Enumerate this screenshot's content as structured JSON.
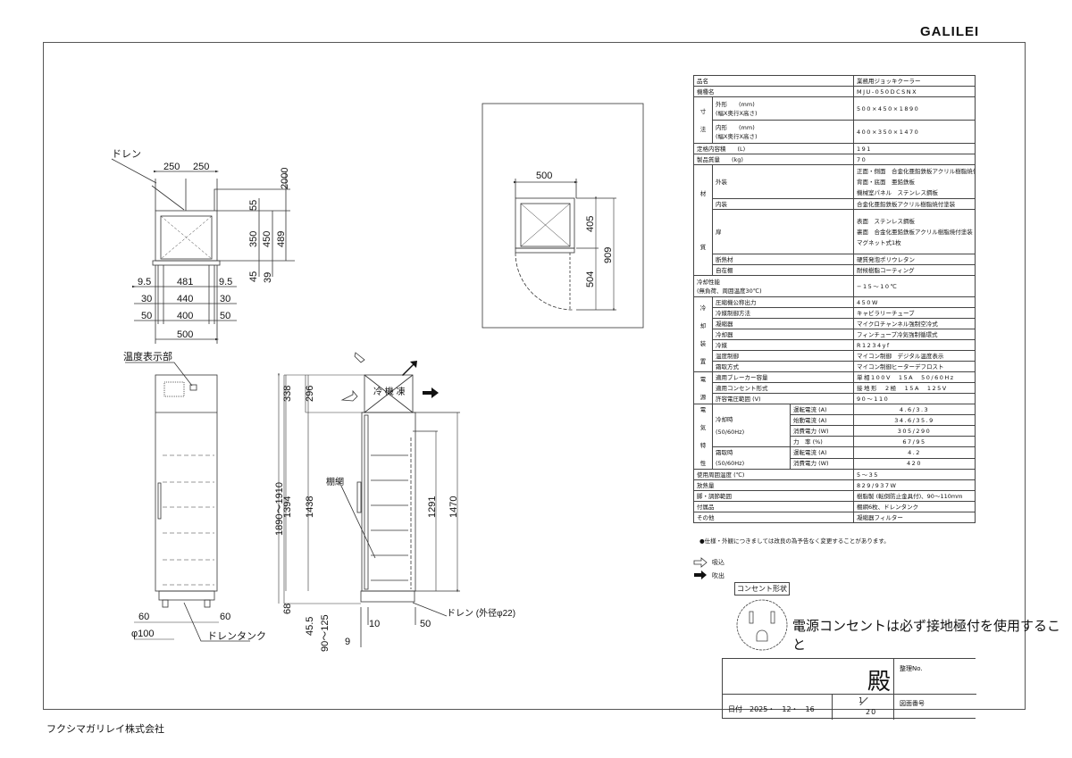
{
  "brand": "GALILEI",
  "company": "フクシマガリレイ株式会社",
  "spec": {
    "product_name": {
      "label": "品名",
      "value": "業務用ジョッキクーラー"
    },
    "model": {
      "label": "機種名",
      "value": "MJU-050DCSNX"
    },
    "dims": {
      "group": [
        "寸",
        "法"
      ],
      "outer": {
        "label": "外形",
        "unit": "(mm)",
        "sub": "(幅X奥行X高さ)",
        "value": "500×450×1890"
      },
      "inner": {
        "label": "内形",
        "unit": "(mm)",
        "sub": "(幅X奥行X高さ)",
        "value": "400×350×1470"
      }
    },
    "capacity": {
      "label": "定格内容積",
      "unit": "(L)",
      "value": "191"
    },
    "mass": {
      "label": "製品質量",
      "unit": "(kg)",
      "value": "70"
    },
    "material": {
      "group": [
        "材",
        "質"
      ],
      "exterior": {
        "label": "外装",
        "values": [
          "正面・側面　合金化亜鉛鉄板アクリル樹脂焼付塗装",
          "背面・底面　亜鉛鉄板",
          "機械室パネル　ステンレス鋼板"
        ]
      },
      "interior": {
        "label": "内装",
        "value": "合金化亜鉛鉄板アクリル樹脂焼付塗装"
      },
      "door": {
        "label": "扉",
        "values": [
          "表面　ステンレス鋼板",
          "裏面　合金化亜鉛鉄板アクリル樹脂焼付塗装",
          "マグネット式1枚"
        ]
      },
      "insulation": {
        "label": "断熱材",
        "value": "硬質発泡ポリウレタン"
      },
      "shelf": {
        "label": "自在棚",
        "value": "耐候樹脂コーティング"
      }
    },
    "cooling_perf": {
      "label": "冷却性能",
      "sub": "(無負荷、周囲温度30℃)",
      "value": "−15〜10℃"
    },
    "cooling": {
      "group": [
        "冷",
        "却",
        "装",
        "置"
      ],
      "rows": [
        {
          "label": "圧縮機公称出力",
          "value": "450W"
        },
        {
          "label": "冷媒制御方法",
          "value": "キャピラリーチューブ"
        },
        {
          "label": "凝縮器",
          "value": "マイクロチャンネル強制空冷式"
        },
        {
          "label": "冷却器",
          "value": "フィンチューブ冷気強制循環式"
        },
        {
          "label": "冷媒",
          "value": "R1234yf"
        },
        {
          "label": "温度制御",
          "value": "マイコン制御　デジタル温度表示"
        },
        {
          "label": "霜取方式",
          "value": "マイコン制御ヒーターデフロスト"
        }
      ]
    },
    "power": {
      "group": [
        "電",
        "源"
      ],
      "rows": [
        {
          "label": "適用ブレーカー容量",
          "value": "単相100V　15A　50/60Hz"
        },
        {
          "label": "適用コンセント形式",
          "value": "接地形　2極　15A　125V"
        },
        {
          "label": "許容電圧範囲 (V)",
          "value": "90〜110"
        }
      ]
    },
    "electrical": {
      "group": [
        "電",
        "気",
        "特",
        "性"
      ],
      "cooling": {
        "label": "冷却時",
        "sub": "(50/60Hz)",
        "rows": [
          {
            "label": "運転電流 (A)",
            "value": "4.6/3.3"
          },
          {
            "label": "始動電流 (A)",
            "value": "34.6/35.9"
          },
          {
            "label": "消費電力 (W)",
            "value": "305/290"
          },
          {
            "label": "力　率 (%)",
            "value": "67/95"
          }
        ]
      },
      "defrost": {
        "label": "霜取時",
        "sub": "(50/60Hz)",
        "rows": [
          {
            "label": "運転電流 (A)",
            "value": "4.2"
          },
          {
            "label": "消費電力 (W)",
            "value": "420"
          }
        ]
      }
    },
    "ambient": {
      "label": "使用周囲温度 (℃)",
      "value": "5〜35"
    },
    "heat": {
      "label": "放熱量",
      "value": "829/937W"
    },
    "legs": {
      "label": "脚・調節範囲",
      "value": "樹脂製 (転倒防止金具付)、90〜110mm"
    },
    "accessories": {
      "label": "付属品",
      "value": "棚網6枚、ドレンタンク"
    },
    "other": {
      "label": "その他",
      "value": "凝縮器フィルター"
    }
  },
  "note": "●仕様・外観につきましては改良の為予告なく変更することがあります。",
  "legend": {
    "intake": "吸込",
    "exhaust": "吹出"
  },
  "outlet": {
    "title": "コンセント形状",
    "warning": "電源コンセントは必ず接地極付を使用すること"
  },
  "titleblock": {
    "dono": "殿",
    "ref_label": "整理No.",
    "date_label": "日付",
    "date": "2025・　12・　16",
    "scale_num": "1",
    "scale_den": "20",
    "drawing_no_label": "図面番号"
  },
  "top_view": {
    "drain": "ドレン",
    "d250a": "250",
    "d250b": "250",
    "d2000": "2000",
    "d55": "55",
    "d350": "350",
    "d450": "450",
    "d489": "489",
    "d45": "45",
    "d39": "39",
    "r1": [
      "9.5",
      "481",
      "9.5"
    ],
    "r2": [
      "30",
      "440",
      "30"
    ],
    "r3": [
      "50",
      "400",
      "50"
    ],
    "d500": "500"
  },
  "front_view": {
    "temp_display": "温度表示部",
    "d60a": "60",
    "d60b": "60",
    "phi100": "φ100",
    "drain_tank": "ドレンタンク"
  },
  "side_view": {
    "h_total": "1890〜1910",
    "d338": "338",
    "d1394": "1394",
    "d296": "296",
    "d1438": "1438",
    "d68": "68",
    "d45_5": "45.5",
    "d90_125": "90〜125",
    "d9": "9",
    "d10": "10",
    "d50": "50",
    "d1291": "1291",
    "d1470": "1470",
    "unit_label": "冷 機 凍",
    "shelf": "棚網",
    "drain": "ドレン (外径φ22)"
  },
  "plan_view": {
    "d500": "500",
    "d405": "405",
    "d909": "909",
    "d504": "504"
  }
}
